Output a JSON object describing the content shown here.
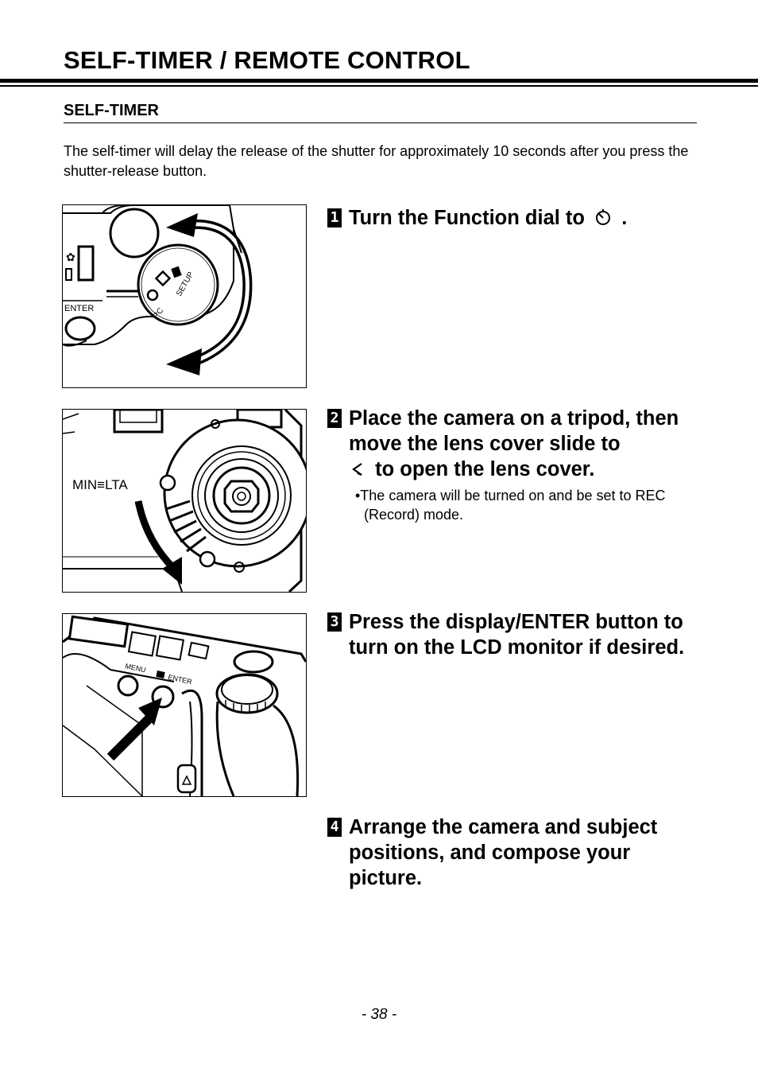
{
  "page_title": "SELF-TIMER / REMOTE CONTROL",
  "section_title": "SELF-TIMER",
  "intro": "The self-timer will delay the release of the shutter for approximately 10 seconds after you press the shutter-release button.",
  "steps": [
    {
      "number": "1",
      "text_before_icon": "Turn the Function dial to",
      "icon": "self-timer-icon",
      "text_after_icon": "."
    },
    {
      "number": "2",
      "text_before_icon": "Place the camera on a tripod, then move the lens cover slide to",
      "icon": "lens-cover-icon",
      "text_after_icon": "to open the lens cover.",
      "note": "•The camera will be turned on and be set to REC (Record) mode."
    },
    {
      "number": "3",
      "text": "Press the display/ENTER button to turn on the LCD monitor if desired."
    },
    {
      "number": "4",
      "text": "Arrange the camera and subject positions, and compose your picture."
    }
  ],
  "figures": {
    "dial_labels": {
      "enter": "ENTER",
      "pc": "PC",
      "setup": "SETUP"
    },
    "brand": "MIN≡LTA",
    "back_labels": {
      "menu": "MENU",
      "enter": "ENTER"
    }
  },
  "page_number": "- 38 -"
}
